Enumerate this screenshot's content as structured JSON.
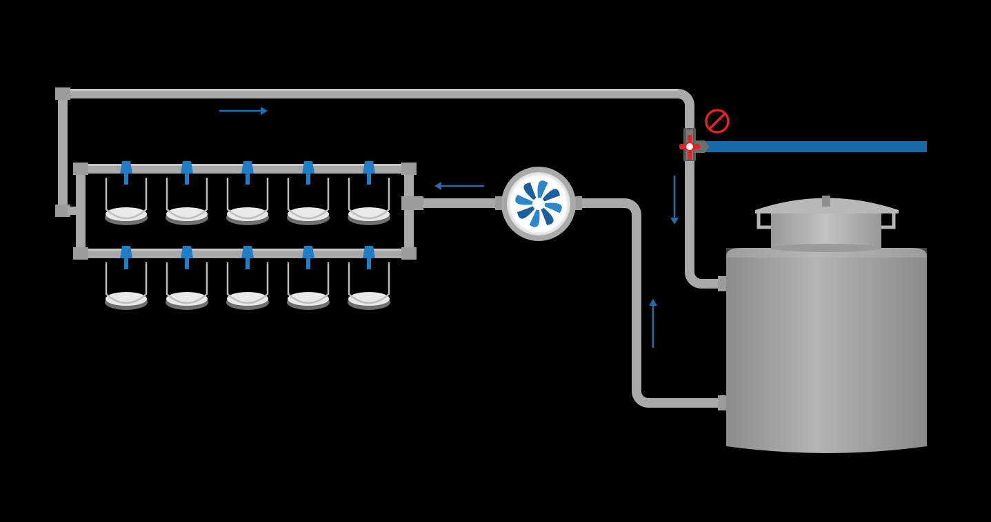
{
  "diagram": {
    "background": "#000000",
    "colors": {
      "pipe": "#a9a9a9",
      "pipe_dark": "#8e8e8e",
      "pipe_light": "#c4c4c4",
      "flow_arrow": "#1f6fb0",
      "nozzle": "#1e7fc6",
      "supply_line": "#1a6aa8",
      "valve_handle": "#e02424",
      "no_symbol": "#e02424",
      "tank": "#a3a3a3",
      "pump_blade": "#1a5f9e"
    },
    "components": {
      "drinker_rows": 2,
      "drinkers_per_row": 5,
      "pump": "circulation-pump-icon",
      "valve": "ball-valve-icon",
      "tank": "storage-tank",
      "prohibition": "no-entry-icon"
    },
    "flow_arrows": [
      "right",
      "left",
      "down",
      "up"
    ]
  }
}
